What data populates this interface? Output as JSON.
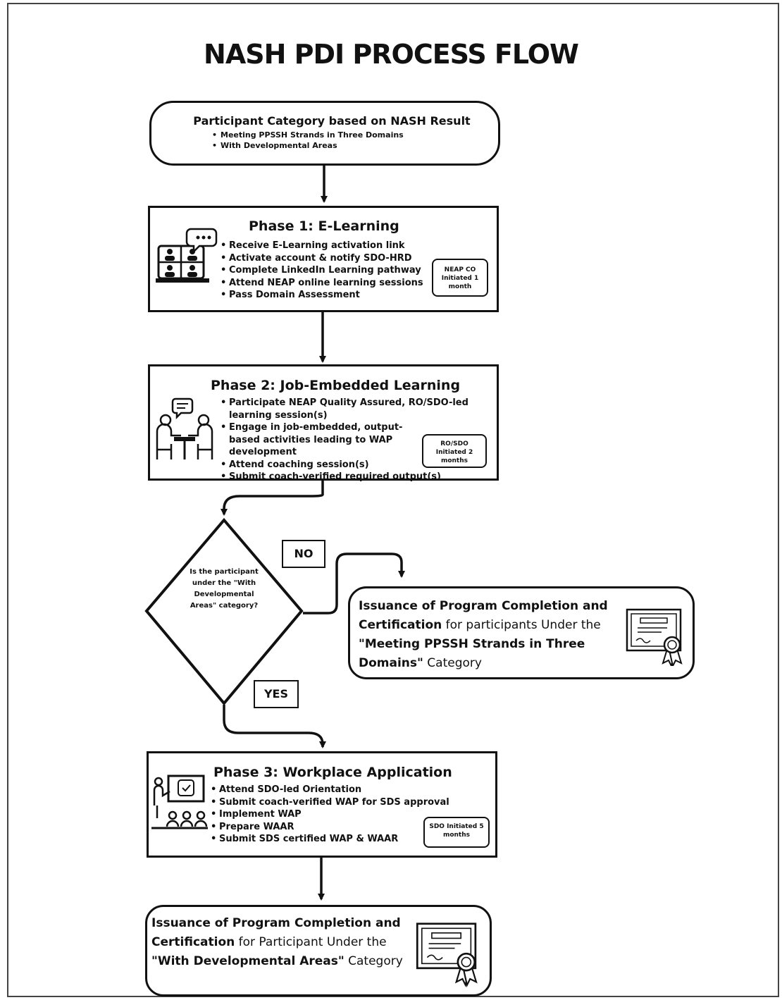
{
  "title": "NASH PDI PROCESS FLOW",
  "start": {
    "heading": "Participant Category based on NASH Result",
    "bullets": [
      "Meeting PPSSH Strands in Three Domains",
      "With Developmental Areas"
    ]
  },
  "phase1": {
    "heading": "Phase 1: E-Learning",
    "bullets": [
      "Receive E-Learning activation link",
      "Activate account & notify SDO-HRD",
      "Complete LinkedIn Learning pathway",
      "Attend NEAP online learning sessions",
      "Pass Domain Assessment"
    ],
    "tag": "NEAP CO Initiated 1 month"
  },
  "phase2": {
    "heading": "Phase 2: Job-Embedded Learning",
    "bullets": [
      "Participate NEAP Quality Assured, RO/SDO-led learning session(s)",
      "Engage in job-embedded, output-based activities leading to WAP development",
      "Attend coaching session(s)",
      "Submit coach-verified required output(s)"
    ],
    "tag": "RO/SDO Initiated 2 months"
  },
  "decision": {
    "question": "Is the participant under the \"With Developmental Areas\" category?",
    "no_label": "NO",
    "yes_label": "YES"
  },
  "cert_meeting": {
    "bold1": "Issuance of Program Completion and Certification",
    "text1": " for participants Under the ",
    "bold2": "\"Meeting PPSSH Strands in Three Domains\"",
    "text2": " Category"
  },
  "phase3": {
    "heading": "Phase 3: Workplace Application",
    "bullets": [
      "Attend SDO-led Orientation",
      "Submit coach-verified WAP for SDS approval",
      "Implement WAP",
      "Prepare WAAR",
      "Submit SDS certified WAP & WAAR"
    ],
    "tag": "SDO Initiated 5 months"
  },
  "cert_dev": {
    "bold1": "Issuance of Program Completion and Certification",
    "text1": " for Participant Under the ",
    "bold2": "\"With Developmental Areas\"",
    "text2": " Category"
  }
}
